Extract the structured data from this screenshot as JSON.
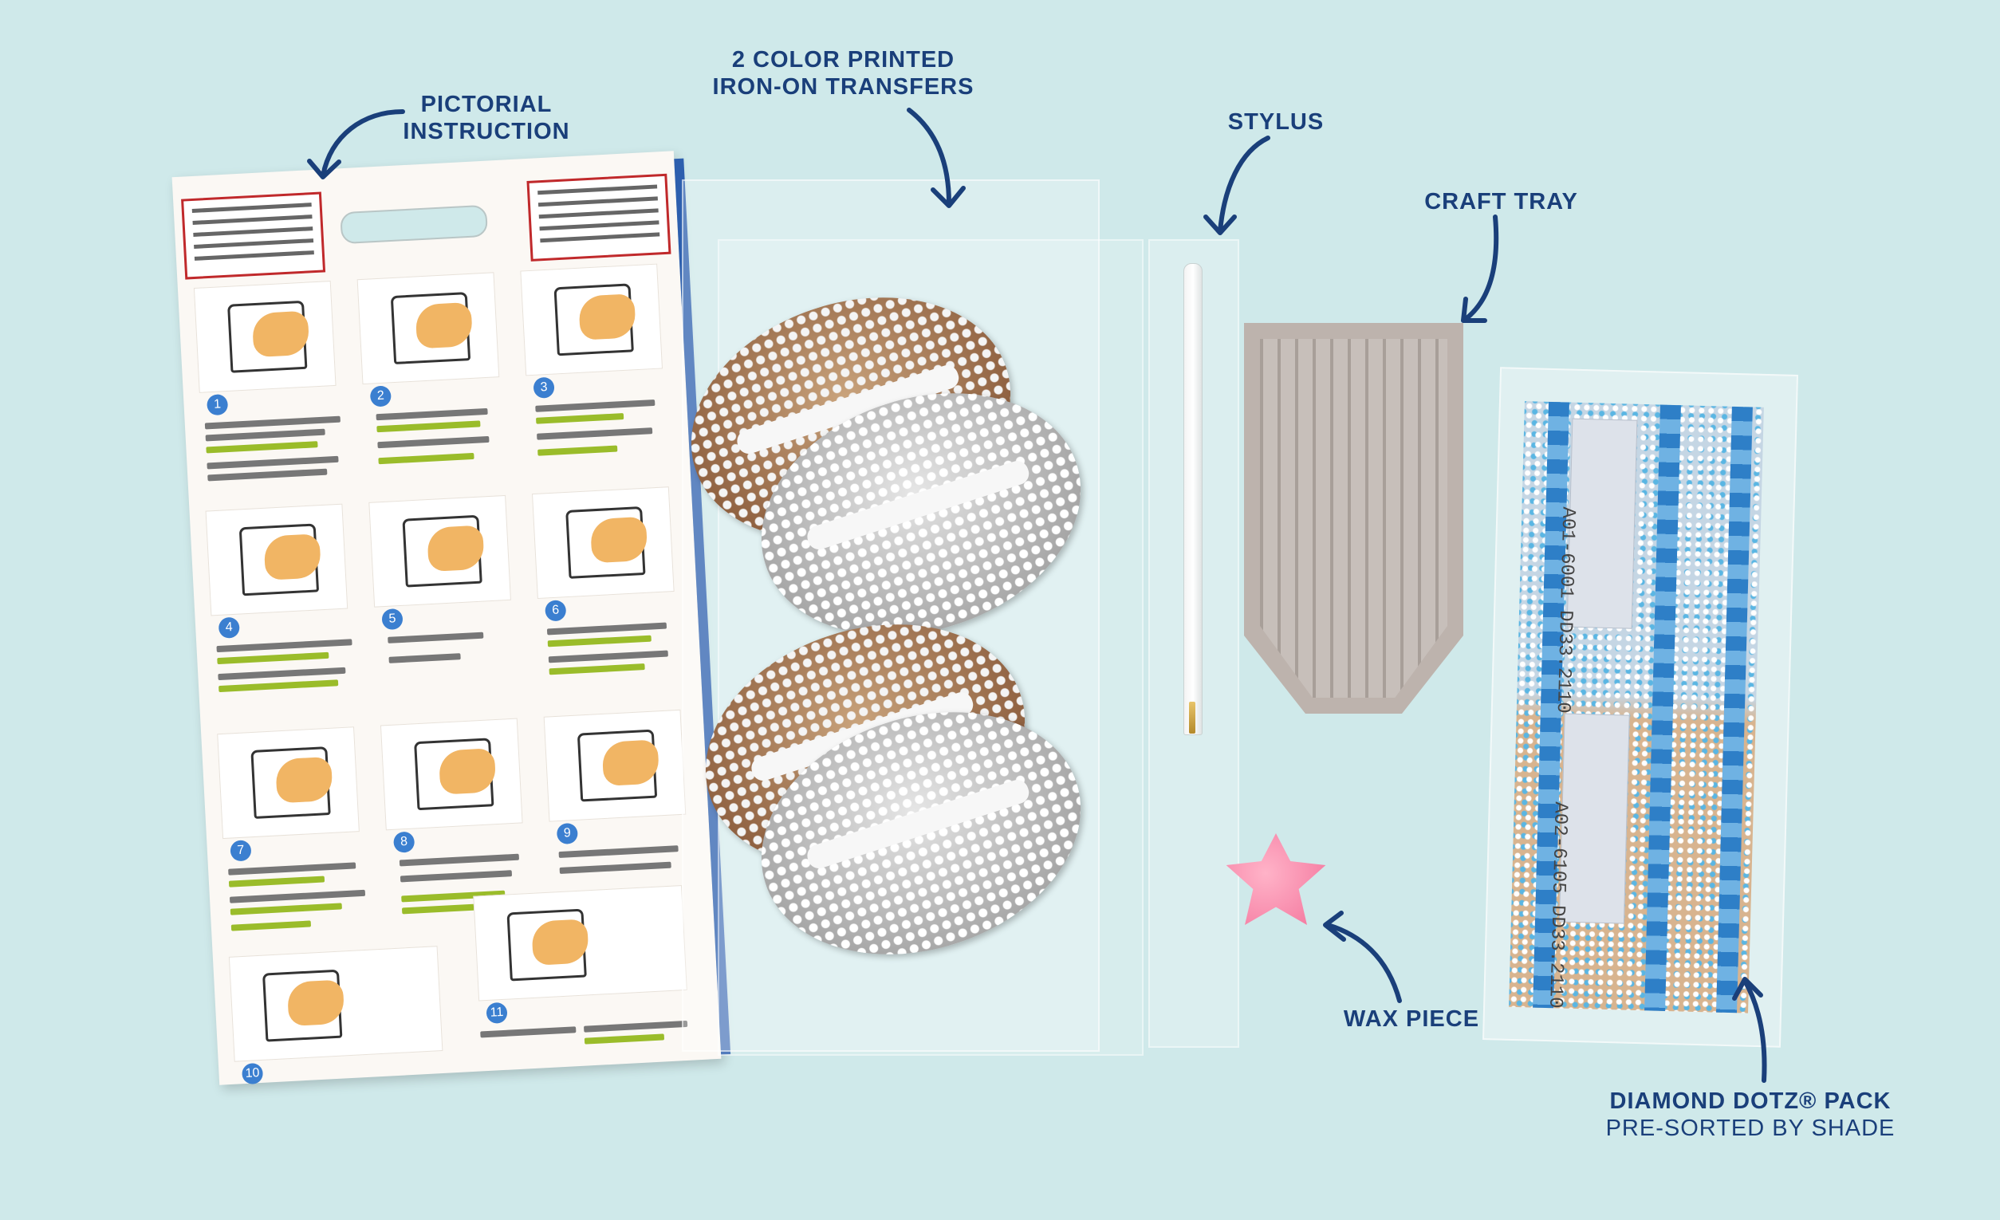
{
  "labels": {
    "pictorial_instruction": {
      "line1": "PICTORIAL",
      "line2": "INSTRUCTION"
    },
    "transfers": {
      "line1": "2 COLOR PRINTED",
      "line2": "IRON-ON TRANSFERS"
    },
    "stylus": "STYLUS",
    "craft_tray": "CRAFT TRAY",
    "wax_piece": "WAX PIECE",
    "diamond_pack": {
      "line1": "DIAMOND DOTZ® PACK",
      "line2": "PRE-SORTED BY SHADE"
    }
  },
  "pack_tags": [
    "A01-6001 DD33.2110",
    "A02-6105 DD33.2110"
  ],
  "step_numbers": [
    "1",
    "2",
    "3",
    "4",
    "5",
    "6",
    "7",
    "8",
    "9",
    "10",
    "11"
  ],
  "colors": {
    "background": "#cfe9ea",
    "label_text": "#1a3f7a",
    "card_accent_blue": "#2d5fae",
    "card_warning_red": "#c0292b",
    "wax_pink": "#f26d97"
  }
}
